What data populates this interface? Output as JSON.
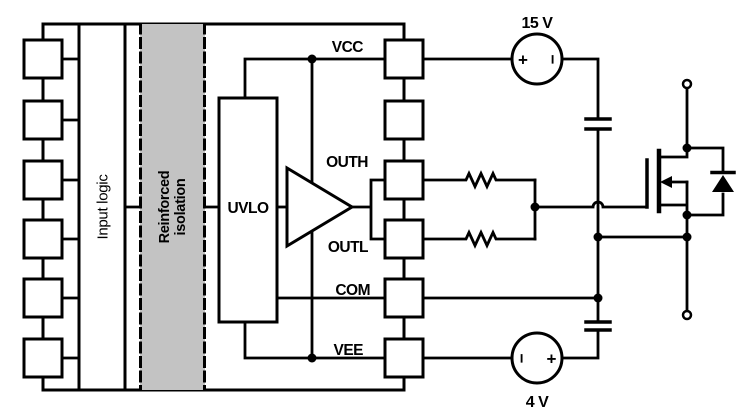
{
  "diagram": {
    "blocks": {
      "input_logic": "Input logic",
      "isolation": {
        "line1": "Reinforced",
        "line2": "isolation"
      },
      "uvlo": "UVLO"
    },
    "pins": {
      "vcc": "VCC",
      "outh": "OUTH",
      "outl": "OUTL",
      "com": "COM",
      "vee": "VEE"
    },
    "sources": {
      "vcc_supply": {
        "label": "15 V",
        "plus": "+",
        "minus": "−"
      },
      "vee_supply": {
        "label": "4 V",
        "plus": "+",
        "minus": "−"
      }
    },
    "colors": {
      "line": "#000000",
      "background": "#ffffff",
      "isolation_fill": "#c3c3c3"
    }
  }
}
